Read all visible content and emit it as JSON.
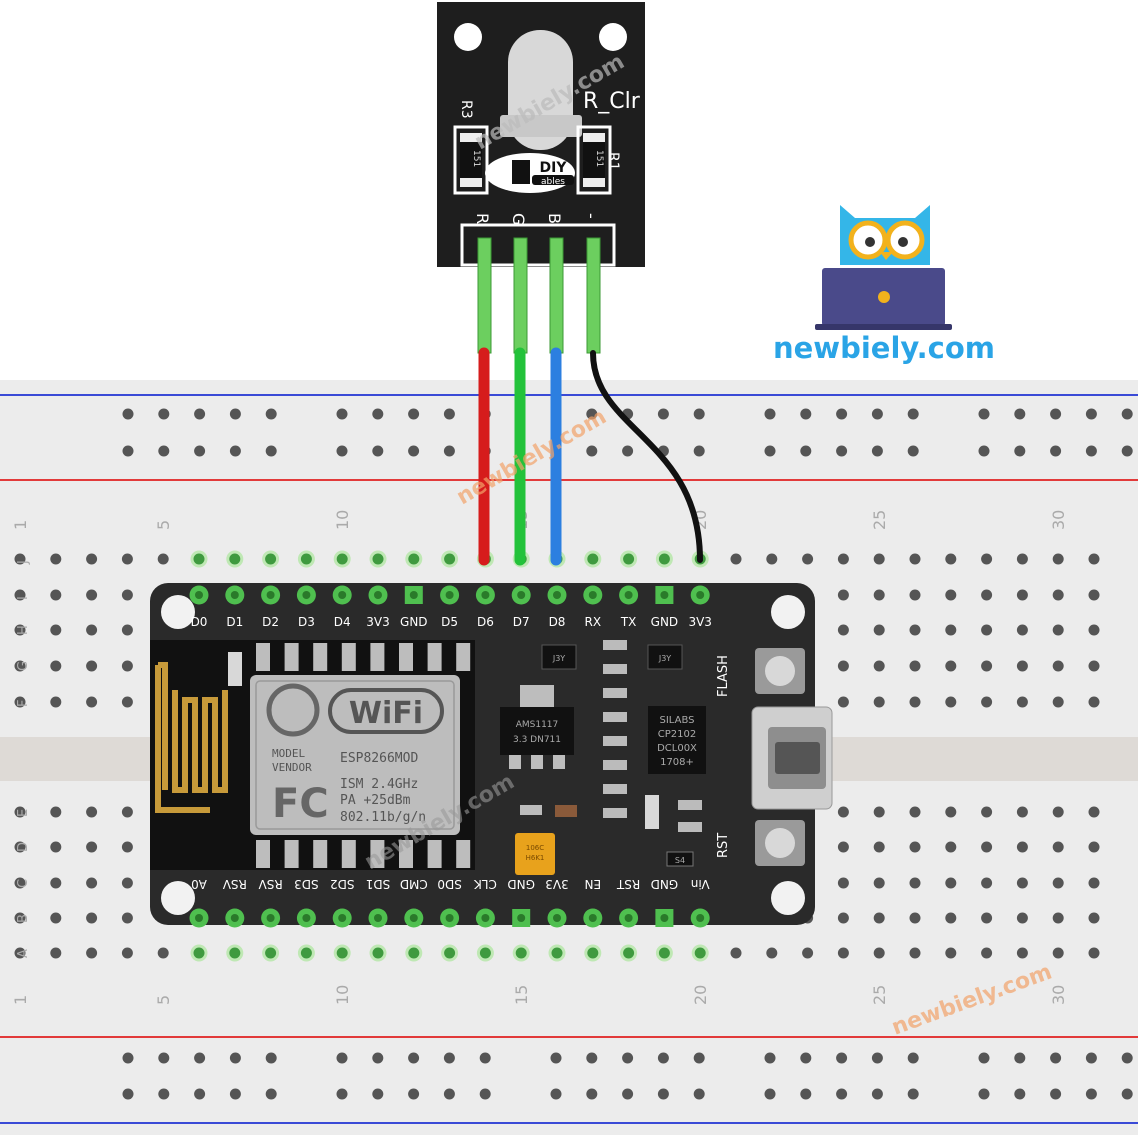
{
  "watermark": "newbiely.com",
  "brand": {
    "name": "newbiely.com",
    "color": "#2aa4e6"
  },
  "colors": {
    "wire_red": "#d61c1c",
    "wire_green": "#23c23a",
    "wire_blue": "#2c7fe0",
    "wire_black": "#111111",
    "wire_lead": "#7bd16a",
    "rail_red": "#e23a3a",
    "rail_blue": "#3a4ad6",
    "board": "#2a2a2a",
    "pin_active": "#4fbf4f"
  },
  "breadboard": {
    "row_letters_top": [
      "J",
      "I",
      "H",
      "G",
      "F"
    ],
    "row_letters_bottom": [
      "E",
      "D",
      "C",
      "B",
      "A"
    ],
    "column_numbers": [
      "1",
      "5",
      "10",
      "15",
      "20",
      "25",
      "30"
    ]
  },
  "rgb_module": {
    "label": "R_Clr",
    "r3": "R3",
    "r1": "R1",
    "res_value": "151",
    "logo_text": "DIY",
    "logo_sub": "ables",
    "pins": [
      "R",
      "G",
      "B",
      "-"
    ]
  },
  "nodemcu": {
    "top_pins": [
      "D0",
      "D1",
      "D2",
      "D3",
      "D4",
      "3V3",
      "GND",
      "D5",
      "D6",
      "D7",
      "D8",
      "RX",
      "TX",
      "GND",
      "3V3"
    ],
    "bottom_pins": [
      "A0",
      "RSV",
      "RSV",
      "SD3",
      "SD2",
      "SD1",
      "CMD",
      "SD0",
      "CLK",
      "GND",
      "3V3",
      "EN",
      "RST",
      "GND",
      "Vin"
    ],
    "flash_label": "FLASH",
    "rst_label": "RST",
    "module": {
      "wifi": "WiFi",
      "model": "MODEL",
      "vendor": "VENDOR",
      "name": "ESP8266MOD",
      "fc": "FC",
      "ism": "ISM 2.4GHz",
      "pa": "PA   +25dBm",
      "std": "802.11b/g/n"
    },
    "regulator": {
      "line1": "AMS1117",
      "line2": "3.3   DN711"
    },
    "usb_chip": {
      "line1": "SILABS",
      "line2": "CP2102",
      "line3": "DCL00X",
      "line4": "1708+"
    },
    "cap_label1": "106C",
    "cap_label2": "H6K1",
    "diode_label": "S4",
    "small_label": "J3Y"
  }
}
